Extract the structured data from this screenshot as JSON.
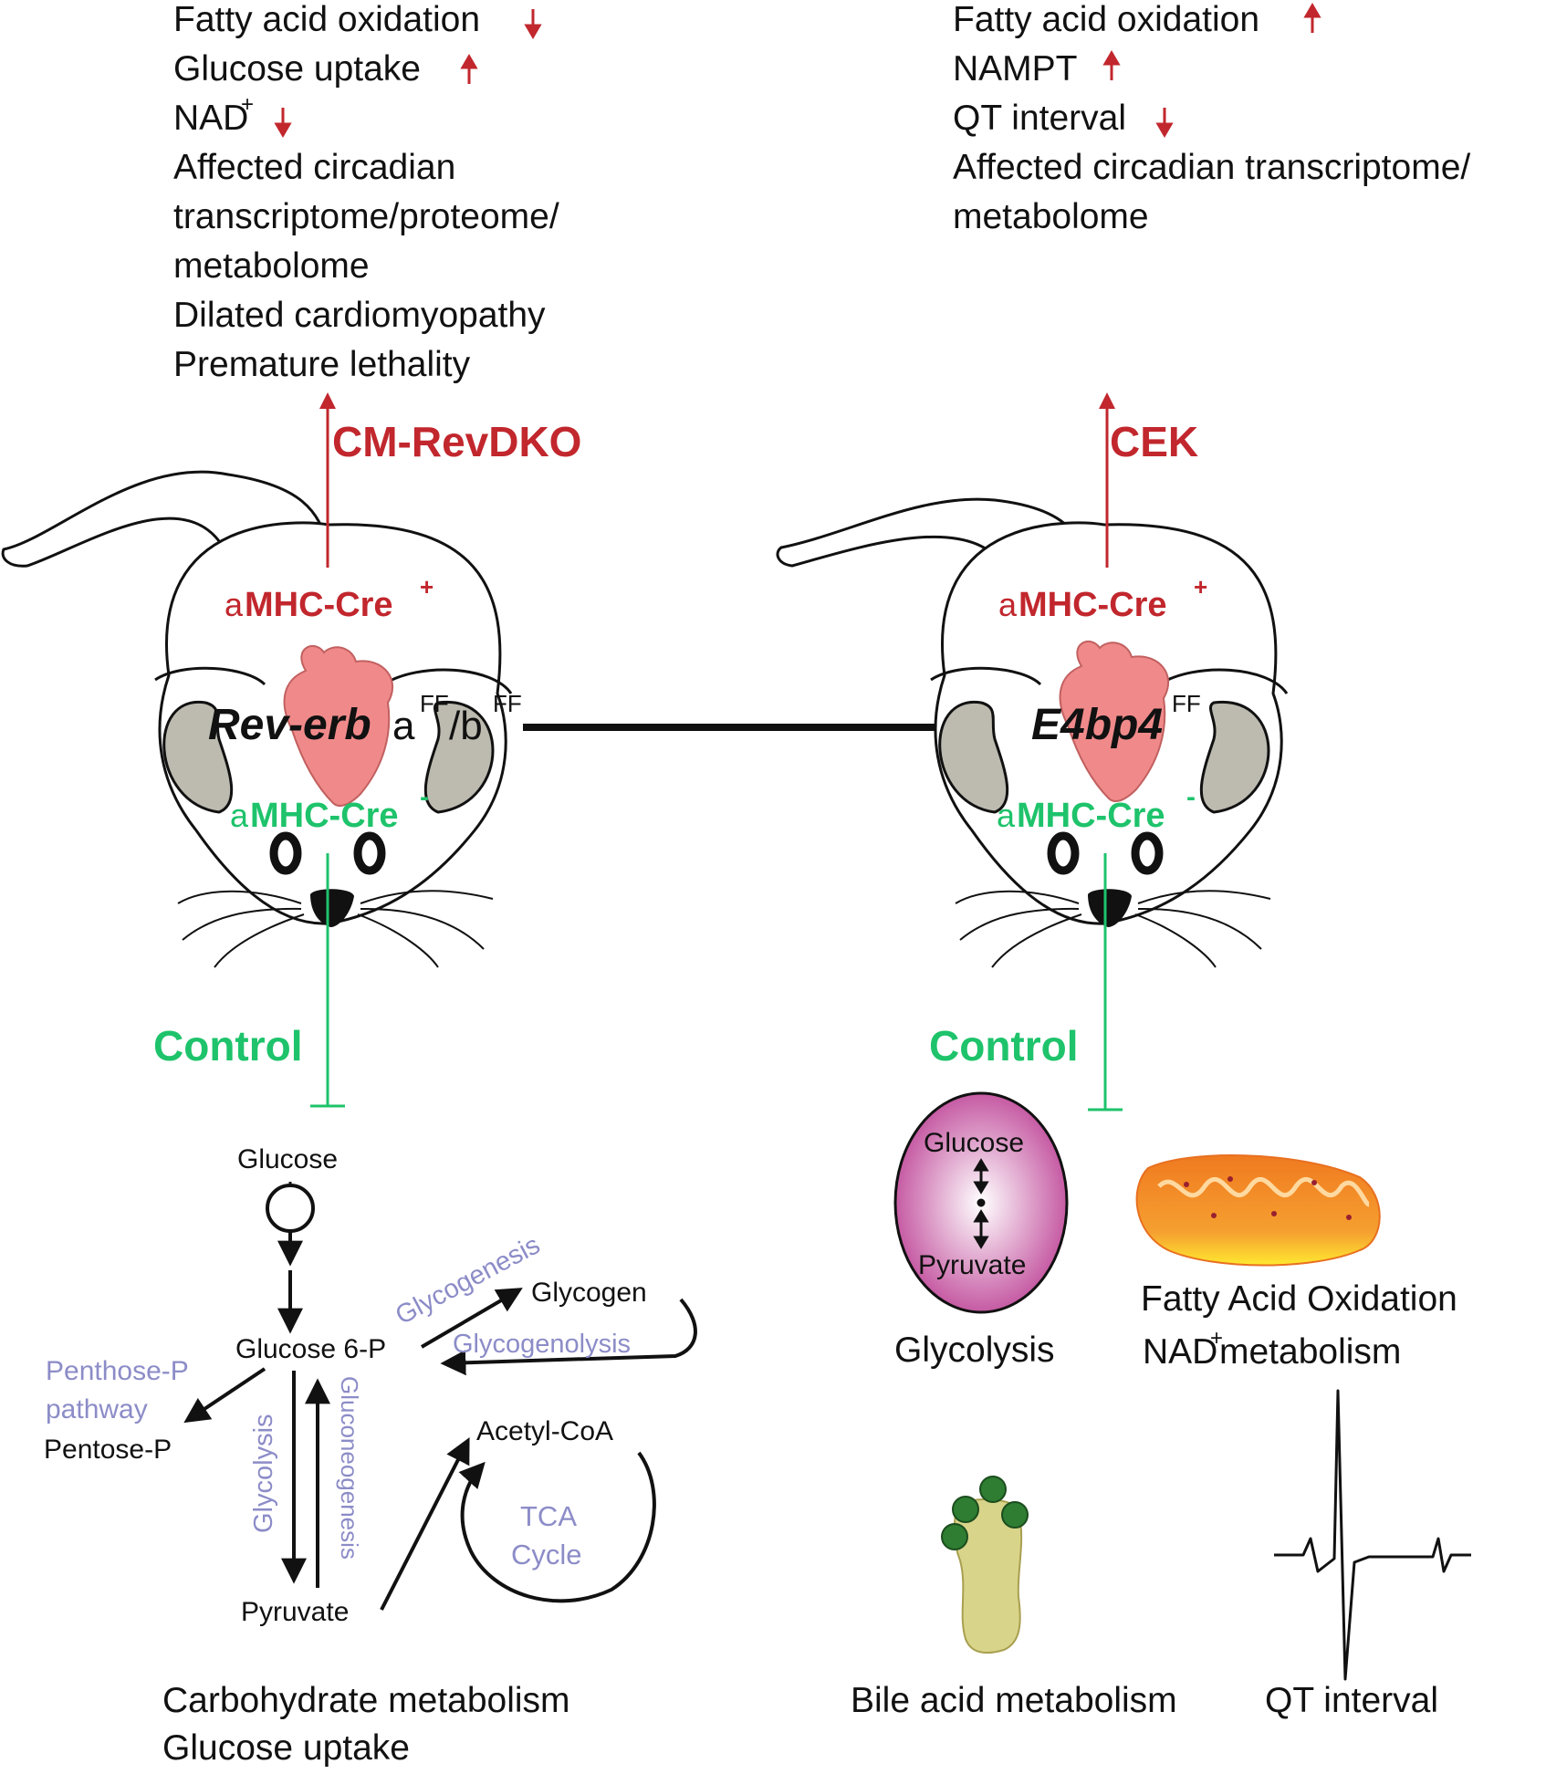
{
  "colors": {
    "red": "#c1272d",
    "green": "#1ec36b",
    "purple": "#8c8cc8",
    "black": "#111111",
    "heart": "#f08a8a",
    "ear": "#bdbbb0",
    "cell": "#c04a9a",
    "mito": "#f07a20",
    "liver": "#d8d48a",
    "bead": "#2e7d32"
  },
  "left_panel": {
    "phenotypes": [
      "Fatty acid oxidation",
      "Glucose uptake",
      "NAD",
      "Affected circadian",
      "transcriptome/proteome/",
      "metabolome",
      "Dilated cardiomyopathy",
      "Premature lethality"
    ],
    "nad_superscript": "+",
    "knockout_label": "CM-RevDKO",
    "cre_pos_prefix": "a",
    "cre_pos_main": "MHC-Cre",
    "cre_pos_sup": "+",
    "gene_italic": "Rev-erb",
    "gene_a": "a",
    "gene_sup1": "FF",
    "gene_slash": "/b",
    "gene_sup2": "FF",
    "cre_neg_prefix": "a",
    "cre_neg_main": "MHC-Cre",
    "cre_neg_sup": "-",
    "control_label": "Control",
    "pathway": {
      "glucose": "Glucose",
      "glucose6p": "Glucose 6-P",
      "glycogen": "Glycogen",
      "glycogenesis": "Glycogenesis",
      "glycogenolysis": "Glycogenolysis",
      "penthose_line1": "Penthose-P",
      "penthose_line2": "pathway",
      "pentose_p": "Pentose-P",
      "glycolysis": "Glycolysis",
      "gluconeogenesis": "Gluconeogenesis",
      "pyruvate": "Pyruvate",
      "acetyl_coa": "Acetyl-CoA",
      "tca_line1": "TCA",
      "tca_line2": "Cycle"
    },
    "footer": [
      "Carbohydrate metabolism",
      "Glucose uptake"
    ]
  },
  "right_panel": {
    "phenotypes": [
      "Fatty acid oxidation",
      "NAMPT",
      "QT interval",
      "Affected circadian transcriptome/",
      "metabolome"
    ],
    "knockout_label": "CEK",
    "cre_pos_prefix": "a",
    "cre_pos_main": "MHC-Cre",
    "cre_pos_sup": "+",
    "gene_italic": "E4bp4",
    "gene_sup": "FF",
    "cre_neg_prefix": "a",
    "cre_neg_main": "MHC-Cre",
    "cre_neg_sup": "-",
    "control_label": "Control",
    "cell_top": "Glucose",
    "cell_bottom": "Pyruvate",
    "glycolysis_label": "Glycolysis",
    "fao_label": "Fatty Acid Oxidation",
    "nad_label_pre": "NAD",
    "nad_label_sup": "+",
    "nad_label_post": " metabolism",
    "bile_label": "Bile acid metabolism",
    "qt_label": "QT interval"
  }
}
